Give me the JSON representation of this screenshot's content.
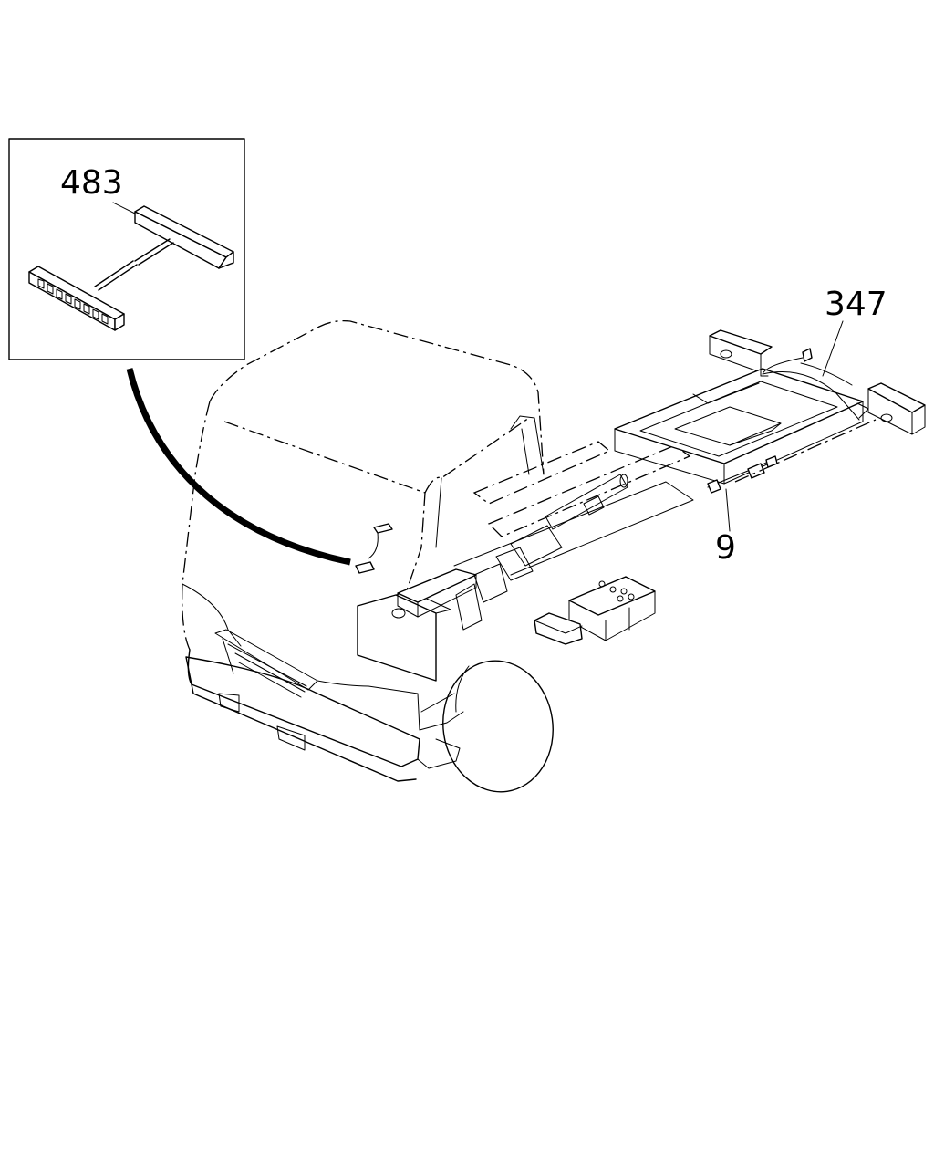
{
  "callouts": [
    {
      "id": "inset-part",
      "label": "483"
    },
    {
      "id": "frame-harness",
      "label": "347"
    },
    {
      "id": "side-connector",
      "label": "9"
    }
  ],
  "colors": {
    "line": "#000000",
    "background": "#ffffff"
  }
}
